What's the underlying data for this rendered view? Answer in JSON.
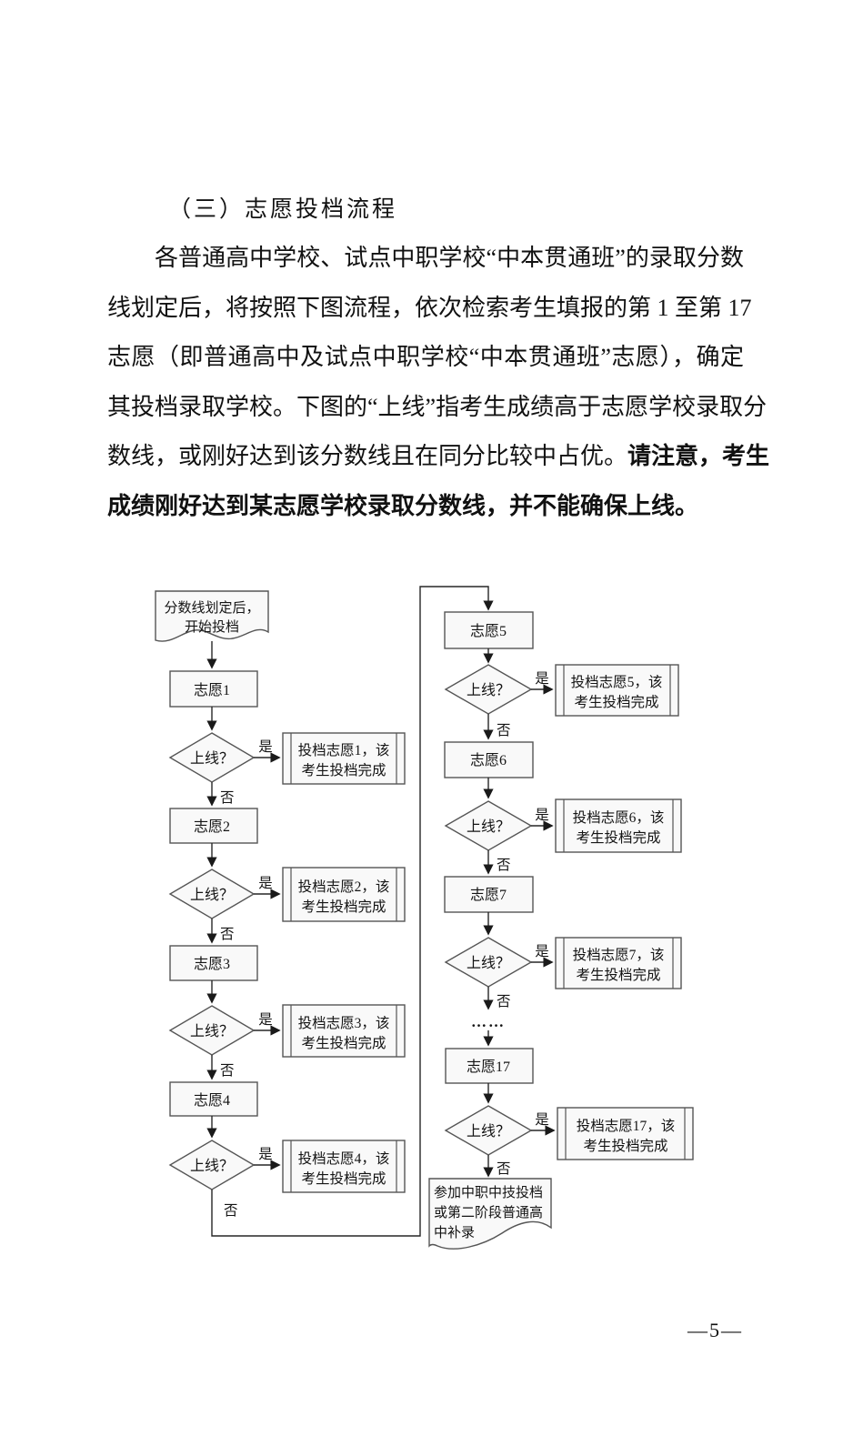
{
  "page": {
    "title": "（三）志愿投档流程",
    "paragraph": {
      "line1": "各普通高中学校、试点中职学校“中本贯通班”的录取分数",
      "line2": "线划定后，将按照下图流程，依次检索考生填报的第 1 至第 17",
      "line3": "志愿（即普通高中及试点中职学校“中本贯通班”志愿），确定",
      "line4": "其投档录取学校。下图的“上线”指考生成绩高于志愿学校录取分",
      "line5_normal": "数线，或刚好达到该分数线且在同分比较中占优。",
      "line5_bold": "请注意，考生",
      "line6_bold": "成绩刚好达到某志愿学校录取分数线，并不能确保上线。"
    },
    "page_number": "—5—"
  },
  "flowchart": {
    "labels": {
      "yes": "是",
      "no": "否",
      "online": "上线？",
      "ellipsis": "……"
    },
    "start": {
      "line1": "分数线划定后，",
      "line2": "开始投档"
    },
    "left_steps": [
      {
        "choice": "志愿1",
        "result_line1": "投档志愿1，该",
        "result_line2": "考生投档完成"
      },
      {
        "choice": "志愿2",
        "result_line1": "投档志愿2，该",
        "result_line2": "考生投档完成"
      },
      {
        "choice": "志愿3",
        "result_line1": "投档志愿3，该",
        "result_line2": "考生投档完成"
      },
      {
        "choice": "志愿4",
        "result_line1": "投档志愿4，该",
        "result_line2": "考生投档完成"
      }
    ],
    "right_steps": [
      {
        "choice": "志愿5",
        "result_line1": "投档志愿5，该",
        "result_line2": "考生投档完成"
      },
      {
        "choice": "志愿6",
        "result_line1": "投档志愿6，该",
        "result_line2": "考生投档完成"
      },
      {
        "choice": "志愿7",
        "result_line1": "投档志愿7，该",
        "result_line2": "考生投档完成"
      },
      {
        "choice": "志愿17",
        "result_line1": "投档志愿17，该",
        "result_line2": "考生投档完成"
      }
    ],
    "end": {
      "line1": "参加中职中技投档",
      "line2": "或第二阶段普通高",
      "line3": "中补录"
    }
  },
  "colors": {
    "background": "#ffffff",
    "text": "#111111",
    "connector_line": "#262626",
    "shape_border": "#555555",
    "shape_fill": "#f9f9f9"
  }
}
